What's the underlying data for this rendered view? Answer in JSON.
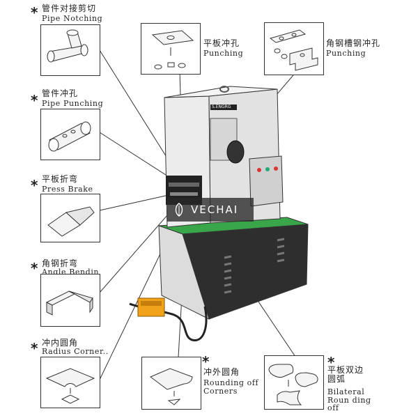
{
  "features": [
    {
      "id": "pipe-notching",
      "cn": "管件对接剪切",
      "en": "Pipe Notching",
      "marker": "*"
    },
    {
      "id": "plate-punching",
      "cn": "平板冲孔",
      "en": "Punching"
    },
    {
      "id": "angle-channel-punching",
      "cn": "角钢槽钢冲孔",
      "en": "Punching"
    },
    {
      "id": "pipe-punching",
      "cn": "管件冲孔",
      "en": "Pipe Punching",
      "marker": "*"
    },
    {
      "id": "press-brake",
      "cn": "平板折弯",
      "en": "Press Brake",
      "marker": "*"
    },
    {
      "id": "angle-bending",
      "cn": "角钢折弯",
      "en": "Angle Bendin",
      "marker": "*"
    },
    {
      "id": "radius-corner",
      "cn": "冲内圆角",
      "en": "Radius Corner..",
      "marker": "*"
    },
    {
      "id": "rounding-off-corners",
      "cn": "冲外圆角",
      "en": "Rounding off Corners",
      "marker": "*"
    },
    {
      "id": "bilateral-rounding",
      "cn": "平板双边圆弧",
      "en": "Bilateral Roun ding off",
      "marker": "*"
    }
  ],
  "machine": {
    "nameplate": "S.ENGRG"
  },
  "watermark": {
    "text": "VECHAI"
  },
  "colors": {
    "machine_body": "#e6e6e6",
    "base_dark": "#2e2e2e",
    "base_top": "#3aa64a",
    "pedal": "#f0a21a",
    "outline": "#333333"
  }
}
